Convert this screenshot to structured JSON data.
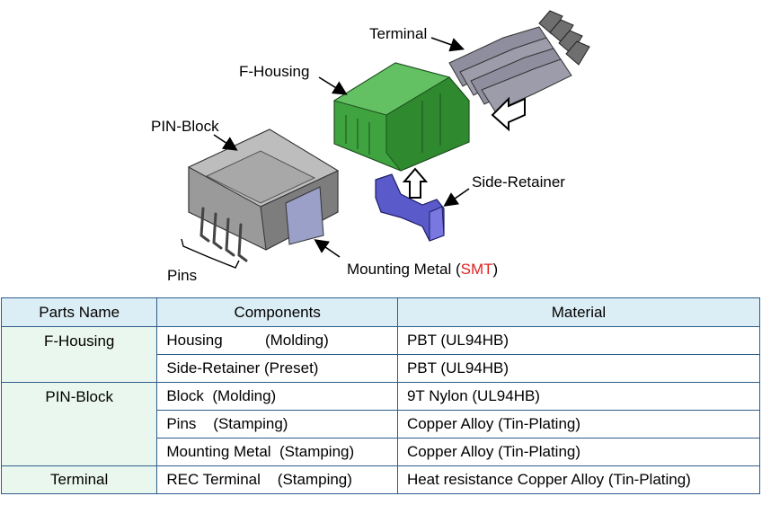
{
  "labels": {
    "terminal": "Terminal",
    "f_housing": "F-Housing",
    "pin_block": "PIN-Block",
    "side_retainer": "Side-Retainer",
    "pins": "Pins",
    "mounting_metal": "Mounting Metal (",
    "smt": "SMT",
    "mounting_close": ")"
  },
  "colors": {
    "housing_green": "#3fa33f",
    "retainer_blue": "#5a5acb",
    "block_gray": "#9a9a9a",
    "smt_red": "#e02020",
    "header_bg": "#dceef5",
    "part_bg": "#eaf7ee"
  },
  "table": {
    "headers": [
      "Parts Name",
      "Components",
      "Material"
    ],
    "groups": [
      {
        "part": "F-Housing",
        "rows": [
          {
            "component": "Housing          (Molding)",
            "material": "PBT (UL94HB)"
          },
          {
            "component": "Side-Retainer (Preset)",
            "material": "PBT (UL94HB)"
          }
        ]
      },
      {
        "part": "PIN-Block",
        "rows": [
          {
            "component": "Block  (Molding)",
            "material": "9T Nylon (UL94HB)"
          },
          {
            "component": "Pins    (Stamping)",
            "material": "Copper Alloy (Tin-Plating)"
          },
          {
            "component": "Mounting Metal  (Stamping)",
            "material": "Copper Alloy (Tin-Plating)"
          }
        ]
      },
      {
        "part": "Terminal",
        "rows": [
          {
            "component": "REC Terminal    (Stamping)",
            "material": "Heat resistance Copper Alloy (Tin-Plating)"
          }
        ]
      }
    ]
  }
}
